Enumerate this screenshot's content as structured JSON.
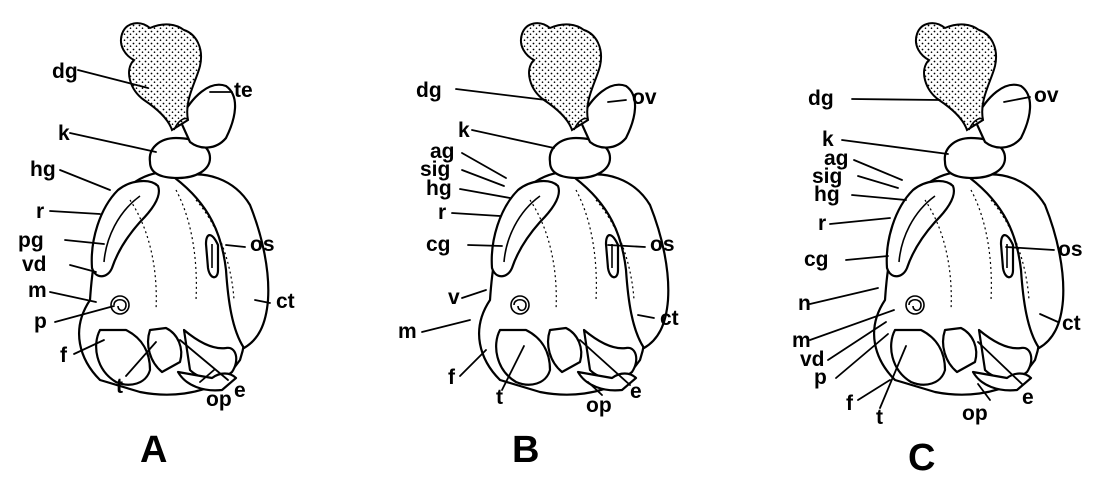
{
  "panels": [
    {
      "id": "A",
      "caption": "A",
      "labels": [
        "dg",
        "te",
        "k",
        "hg",
        "r",
        "pg",
        "os",
        "vd",
        "ct",
        "m",
        "p",
        "f",
        "t",
        "op",
        "e"
      ]
    },
    {
      "id": "B",
      "caption": "B",
      "labels": [
        "dg",
        "ov",
        "k",
        "ag",
        "sig",
        "hg",
        "r",
        "cg",
        "os",
        "v",
        "ct",
        "m",
        "f",
        "t",
        "op",
        "e"
      ]
    },
    {
      "id": "C",
      "caption": "C",
      "labels": [
        "dg",
        "ov",
        "k",
        "ag",
        "sig",
        "hg",
        "r",
        "cg",
        "os",
        "n",
        "ct",
        "m",
        "vd",
        "p",
        "f",
        "t",
        "op",
        "e"
      ]
    }
  ],
  "colors": {
    "ink": "#000000",
    "background": "#ffffff"
  }
}
